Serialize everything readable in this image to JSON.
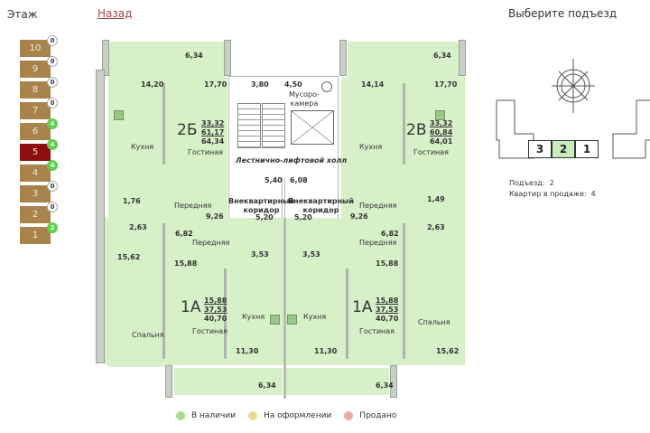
{
  "header": {
    "floor_label": "Этаж",
    "back_label": "Назад",
    "entrance_title": "Выберите подъезд"
  },
  "floors": [
    {
      "number": "10",
      "available": "0",
      "active": false
    },
    {
      "number": "9",
      "available": "0",
      "active": false
    },
    {
      "number": "8",
      "available": "0",
      "active": false
    },
    {
      "number": "7",
      "available": "0",
      "active": false
    },
    {
      "number": "6",
      "available": "4",
      "active": false
    },
    {
      "number": "5",
      "available": "4",
      "active": true
    },
    {
      "number": "4",
      "available": "4",
      "active": false
    },
    {
      "number": "3",
      "available": "0",
      "active": false
    },
    {
      "number": "2",
      "available": "0",
      "active": false
    },
    {
      "number": "1",
      "available": "2",
      "active": false
    }
  ],
  "plan": {
    "apartments": [
      {
        "code": "2Б",
        "areas": [
          "33,32",
          "61,17",
          "64,34"
        ]
      },
      {
        "code": "2В",
        "areas": [
          "33,32",
          "60,84",
          "64,01"
        ]
      },
      {
        "code": "1А",
        "areas": [
          "15,88",
          "37,53",
          "40,70"
        ]
      },
      {
        "code": "1А",
        "areas": [
          "15,88",
          "37,53",
          "40,70"
        ]
      }
    ],
    "rooms": {
      "kitchen": "Кухня",
      "living": "Гостиная",
      "hall": "Передняя",
      "bedroom": "Спальня",
      "garbage": "Мусоро-\nкамера",
      "lobby": "Лестнично-лифтовой холл",
      "corridor": "Внеквартирный\nкоридор"
    },
    "values": {
      "balc_tl": "6,34",
      "balc_tr": "6,34",
      "balc_bl": "6,34",
      "balc_br": "6,34",
      "k2b": "14,20",
      "l2b": "17,70",
      "k2v": "14,14",
      "l2v": "17,70",
      "v380": "3,80",
      "v450": "4,50",
      "v540": "5,40",
      "v608": "6,08",
      "c520a": "5,20",
      "c520b": "5,20",
      "wc176": "1,76",
      "bath263l": "2,63",
      "hall926l": "9,26",
      "wc149": "1,49",
      "bath263r": "2,63",
      "hall926r": "9,26",
      "bed1562l": "15,62",
      "hall682l": "6,82",
      "liv1588l": "15,88",
      "bath353l": "3,53",
      "bath353r": "3,53",
      "hall682r": "6,82",
      "liv1588r": "15,88",
      "bed1562r": "15,62",
      "k1130l": "11,30",
      "k1130r": "11,30"
    }
  },
  "legend": [
    {
      "label": "В наличии",
      "color": "#a6dc8e"
    },
    {
      "label": "На оформлении",
      "color": "#efd98f"
    },
    {
      "label": "Продано",
      "color": "#edaaa0"
    }
  ],
  "entrances": [
    {
      "number": "3",
      "selected": false
    },
    {
      "number": "2",
      "selected": true
    },
    {
      "number": "1",
      "selected": false
    }
  ],
  "info": {
    "entrance_label": "Подъезд:",
    "entrance_value": "2",
    "for_sale_label": "Квартир в продаже:",
    "for_sale_value": "4"
  }
}
